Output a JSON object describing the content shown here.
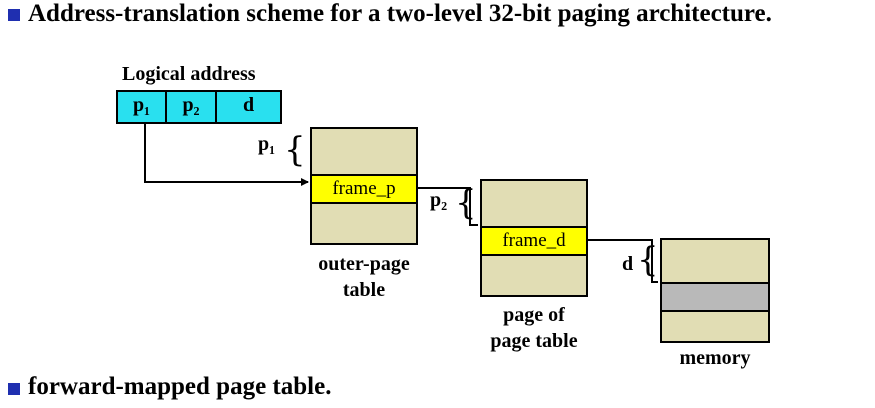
{
  "heading_top": "Address-translation scheme for a two-level 32-bit paging architecture.",
  "heading_bottom": "forward-mapped page table.",
  "logical_address": {
    "title": "Logical address",
    "fields": [
      "p₁",
      "p₂",
      "d"
    ]
  },
  "outer_table": {
    "entry": "frame_p",
    "label_line1": "outer-page",
    "label_line2": "table",
    "offset_label": "p₁"
  },
  "page_table": {
    "entry": "frame_d",
    "label_line1": "page of",
    "label_line2": "page table",
    "offset_label": "p₂"
  },
  "memory": {
    "label": "memory",
    "offset_label": "d"
  },
  "colors": {
    "bullet": "#1f2fb0",
    "address_box": "#29e0ef",
    "table_fill": "#e1ddb4",
    "entry_fill": "#ffff00",
    "memory_block": "#b9b9b9"
  }
}
